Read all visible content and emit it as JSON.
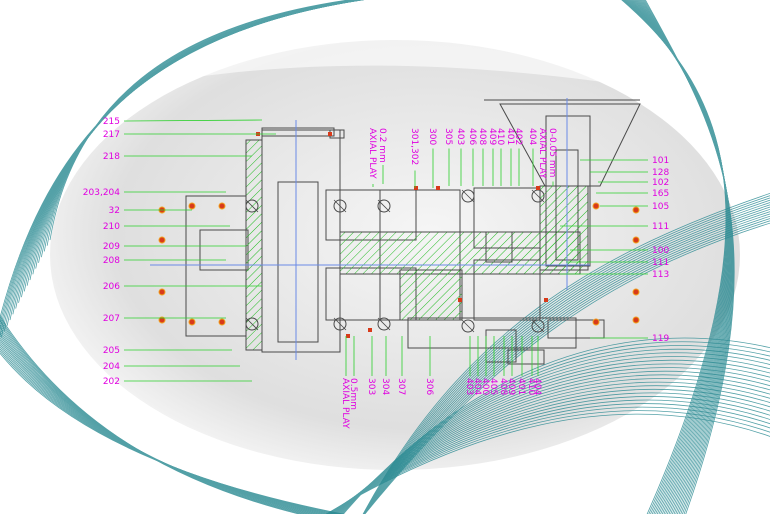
{
  "colors": {
    "wave": "#2a8a92",
    "label": "#e000e0",
    "leader": "#2bd02b",
    "outline": "#4a4a4a",
    "bolt": "#d83a1a",
    "hatch": "#22bb22"
  },
  "labels_left": [
    "215",
    "217",
    "218",
    "203,204",
    "32",
    "210",
    "209",
    "208",
    "206",
    "207",
    "205",
    "204",
    "202"
  ],
  "labels_right": [
    "101",
    "128",
    "102",
    "165",
    "105",
    "111",
    "100",
    "111",
    "113",
    "119"
  ],
  "labels_top": [
    "AXIAL PLAY",
    "0.2 mm",
    "301,302",
    "300",
    "305",
    "403",
    "406",
    "408",
    "409",
    "410",
    "401",
    "402",
    "404",
    "AXIAL PLAY",
    "0-0.05 mm"
  ],
  "labels_bottom": [
    "AXIAL PLAY",
    "0.5mm",
    "303",
    "304",
    "307",
    "306",
    "403",
    "404",
    "400",
    "405",
    "408",
    "409",
    "401",
    "410",
    "404"
  ]
}
